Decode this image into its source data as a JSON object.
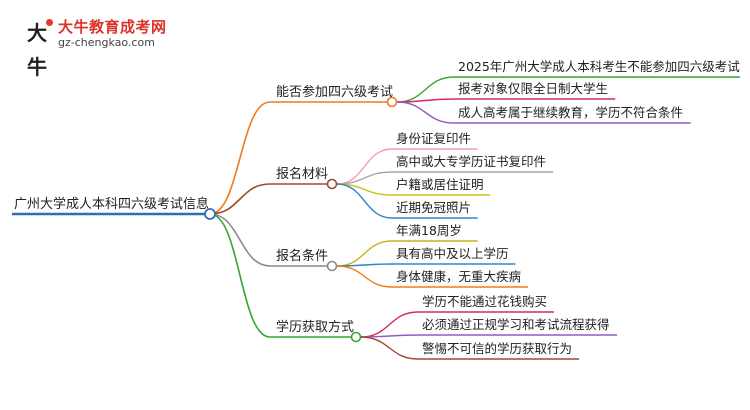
{
  "logo": {
    "mark": "大牛",
    "name": "大牛教育成考网",
    "url": "gz-chengkao.com"
  },
  "mindmap": {
    "root": "广州大学成人本科四六级考试信息",
    "branches": [
      {
        "label": "能否参加四六级考试",
        "color": "#f07c1c",
        "children": [
          {
            "text": "2025年广州大学成人本科考生不能参加四六级考试",
            "color": "#37a537"
          },
          {
            "text": "报考对象仅限全日制大学生",
            "color": "#d9286a"
          },
          {
            "text": "成人高考属于继续教育，学历不符合条件",
            "color": "#9358c6"
          }
        ]
      },
      {
        "label": "报名材料",
        "color": "#a04a2e",
        "children": [
          {
            "text": "身份证复印件",
            "color": "#f09cc8"
          },
          {
            "text": "高中或大专学历证书复印件",
            "color": "#a6a6a6"
          },
          {
            "text": "户籍或居住证明",
            "color": "#c9c21a"
          },
          {
            "text": "近期免冠照片",
            "color": "#2f88c8"
          }
        ]
      },
      {
        "label": "报名条件",
        "color": "#8a8a8a",
        "children": [
          {
            "text": "年满18周岁",
            "color": "#c9b21a"
          },
          {
            "text": "具有高中及以上学历",
            "color": "#2f88c8"
          },
          {
            "text": "身体健康，无重大疾病",
            "color": "#f07c1c"
          }
        ]
      },
      {
        "label": "学历获取方式",
        "color": "#37a537",
        "children": [
          {
            "text": "学历不能通过花钱购买",
            "color": "#d9286a"
          },
          {
            "text": "必须通过正规学习和考试流程获得",
            "color": "#9358c6"
          },
          {
            "text": "警惕不可信的学历获取行为",
            "color": "#a04a2e"
          }
        ]
      }
    ],
    "root_color": "#2f6fb0"
  }
}
